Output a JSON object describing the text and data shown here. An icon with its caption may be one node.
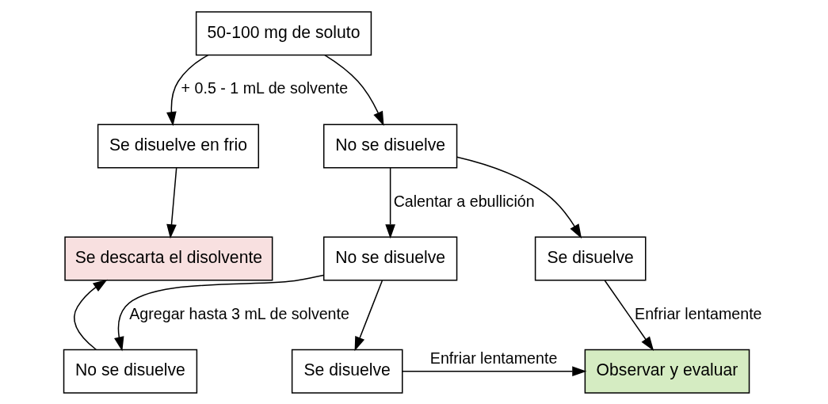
{
  "diagram": {
    "nodes": [
      {
        "text": [
          "50-100 mg de soluto"
        ]
      },
      {
        "text": [
          "Se disuelve en frio"
        ]
      },
      {
        "text": [
          "No se disuelve"
        ]
      },
      {
        "text": [
          "Se descarta el disolvente"
        ]
      },
      {
        "text": [
          "No se disuelve"
        ]
      },
      {
        "text": [
          "Se disuelve"
        ]
      },
      {
        "text": [
          "No se disuelve"
        ]
      },
      {
        "text": [
          "Se disuelve"
        ]
      },
      {
        "text": [
          "Observar y evaluar"
        ]
      }
    ],
    "edges": [
      {
        "from": 0,
        "to": 1,
        "arrow": "to",
        "label": "+ 0.5 - 1 mL de solvente"
      },
      {
        "from": 0,
        "to": 2,
        "arrow": "to"
      },
      {
        "from": 1,
        "to": 3,
        "arrow": "to"
      },
      {
        "from": 2,
        "to": 4,
        "arrow": "to",
        "label": "Calentar a ebullición"
      },
      {
        "from": 2,
        "to": 5,
        "arrow": "to"
      },
      {
        "from": 4,
        "to": 6,
        "arrow": "to",
        "label": "Agregar hasta 3 mL de solvente"
      },
      {
        "from": 4,
        "to": 7,
        "arrow": "to"
      },
      {
        "from": 6,
        "to": 3,
        "arrow": "to"
      },
      {
        "from": 5,
        "to": 8,
        "arrow": "to",
        "label": "Enfriar lentamente"
      },
      {
        "from": 7,
        "to": 8,
        "arrow": "to",
        "label": "Enfriar lentamente"
      }
    ]
  }
}
